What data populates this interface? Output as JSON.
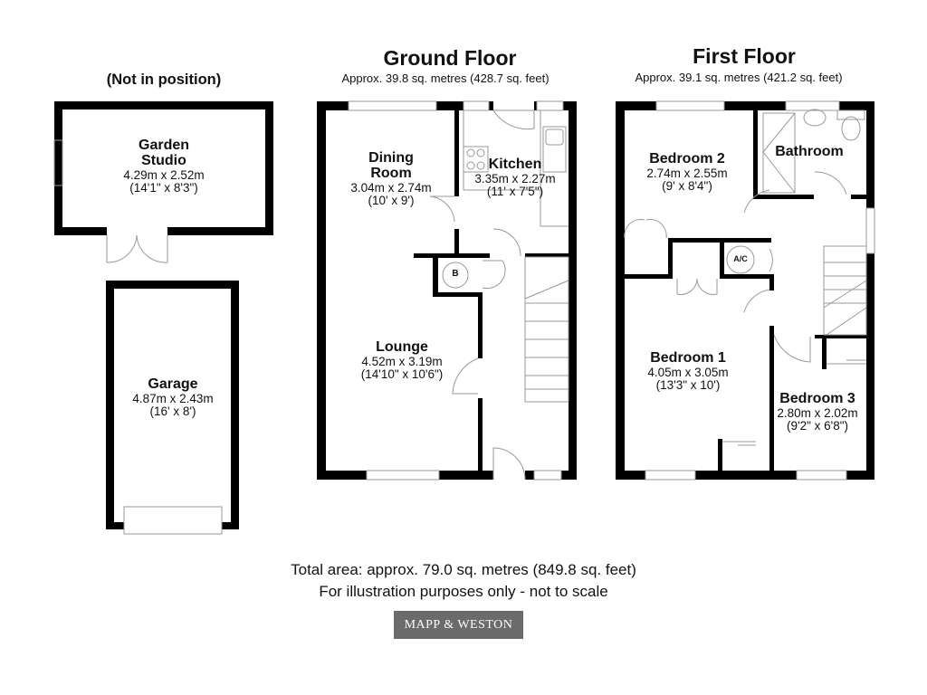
{
  "headers": {
    "not_in_position": "(Not in position)",
    "ground_floor": "Ground Floor",
    "ground_area": "Approx. 39.8 sq. metres (428.7 sq. feet)",
    "first_floor": "First Floor",
    "first_area": "Approx. 39.1 sq. metres (421.2 sq. feet)"
  },
  "rooms": {
    "garden_studio": {
      "name1": "Garden",
      "name2": "Studio",
      "metric": "4.29m x 2.52m",
      "imperial": "(14'1\" x 8'3\")"
    },
    "garage": {
      "name": "Garage",
      "metric": "4.87m x 2.43m",
      "imperial": "(16' x 8')"
    },
    "dining_room": {
      "name1": "Dining",
      "name2": "Room",
      "metric": "3.04m x 2.74m",
      "imperial": "(10' x 9')"
    },
    "kitchen": {
      "name": "Kitchen",
      "metric": "3.35m x 2.27m",
      "imperial": "(11' x 7'5\")"
    },
    "lounge": {
      "name": "Lounge",
      "metric": "4.52m x 3.19m",
      "imperial": "(14'10\" x 10'6\")"
    },
    "bedroom2": {
      "name": "Bedroom 2",
      "metric": "2.74m x 2.55m",
      "imperial": "(9' x 8'4\")"
    },
    "bathroom": {
      "name": "Bathroom"
    },
    "bedroom1": {
      "name": "Bedroom 1",
      "metric": "4.05m x 3.05m",
      "imperial": "(13'3\" x 10')"
    },
    "bedroom3": {
      "name": "Bedroom 3",
      "metric": "2.80m x 2.02m",
      "imperial": "(9'2\" x 6'8\")"
    }
  },
  "symbols": {
    "boiler": "B",
    "airing_cupboard": "A/C"
  },
  "footer": {
    "total_area": "Total area: approx. 79.0 sq. metres (849.8 sq. feet)",
    "disclaimer": "For illustration purposes only - not to scale",
    "logo": "MAPP & WESTON"
  },
  "colors": {
    "wall": "#000000",
    "fixture": "#999999",
    "logo_bg": "#6b6b6b"
  }
}
